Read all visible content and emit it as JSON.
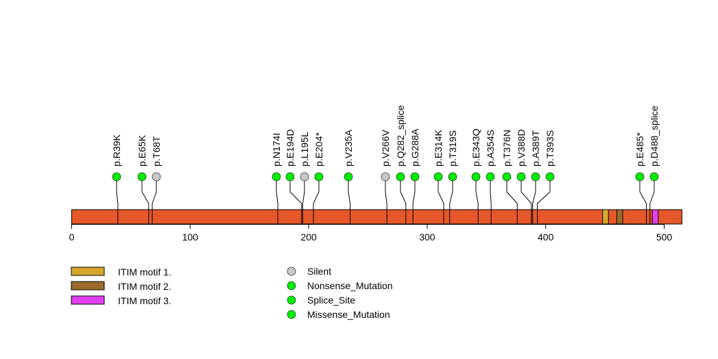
{
  "chart_data": {
    "type": "lollipop",
    "protein_length": 515,
    "xlim": [
      0,
      515
    ],
    "x_ticks": [
      0,
      100,
      200,
      300,
      400,
      500
    ],
    "bar_color": "#E5582A",
    "domains": [
      {
        "name": "ITIM motif 1.",
        "start": 448,
        "end": 453,
        "color": "#D4A62A"
      },
      {
        "name": "ITIM motif 2.",
        "start": 460,
        "end": 465,
        "color": "#9C6A2C"
      },
      {
        "name": "ITIM motif 3.",
        "start": 490,
        "end": 495,
        "color": "#E040F0"
      }
    ],
    "mutations": [
      {
        "label": "p.R39K",
        "pos": 39,
        "type": "Missense_Mutation"
      },
      {
        "label": "p.E65K",
        "pos": 65,
        "type": "Missense_Mutation"
      },
      {
        "label": "p.T68T",
        "pos": 68,
        "type": "Silent"
      },
      {
        "label": "p.N174I",
        "pos": 174,
        "type": "Missense_Mutation"
      },
      {
        "label": "p.E194D",
        "pos": 194,
        "type": "Missense_Mutation"
      },
      {
        "label": "p.L195L",
        "pos": 195,
        "type": "Silent"
      },
      {
        "label": "p.E204*",
        "pos": 204,
        "type": "Nonsense_Mutation"
      },
      {
        "label": "p.V235A",
        "pos": 235,
        "type": "Missense_Mutation"
      },
      {
        "label": "p.V266V",
        "pos": 266,
        "type": "Silent"
      },
      {
        "label": "p.Q282_splice",
        "pos": 282,
        "type": "Splice_Site"
      },
      {
        "label": "p.G288A",
        "pos": 288,
        "type": "Missense_Mutation"
      },
      {
        "label": "p.E314K",
        "pos": 314,
        "type": "Missense_Mutation"
      },
      {
        "label": "p.T319S",
        "pos": 319,
        "type": "Missense_Mutation"
      },
      {
        "label": "p.E343Q",
        "pos": 343,
        "type": "Missense_Mutation"
      },
      {
        "label": "p.A354S",
        "pos": 354,
        "type": "Missense_Mutation"
      },
      {
        "label": "p.T376N",
        "pos": 376,
        "type": "Missense_Mutation"
      },
      {
        "label": "p.V388D",
        "pos": 388,
        "type": "Missense_Mutation"
      },
      {
        "label": "p.A389T",
        "pos": 389,
        "type": "Missense_Mutation"
      },
      {
        "label": "p.T393S",
        "pos": 393,
        "type": "Missense_Mutation"
      },
      {
        "label": "p.E485*",
        "pos": 485,
        "type": "Nonsense_Mutation"
      },
      {
        "label": "p.D488_splice",
        "pos": 488,
        "type": "Splice_Site"
      }
    ],
    "mutation_legend": [
      {
        "name": "Silent",
        "color": "#C8C8C8"
      },
      {
        "name": "Nonsense_Mutation",
        "color": "#00EE00"
      },
      {
        "name": "Splice_Site",
        "color": "#00EE00"
      },
      {
        "name": "Missense_Mutation",
        "color": "#00EE00"
      }
    ]
  }
}
